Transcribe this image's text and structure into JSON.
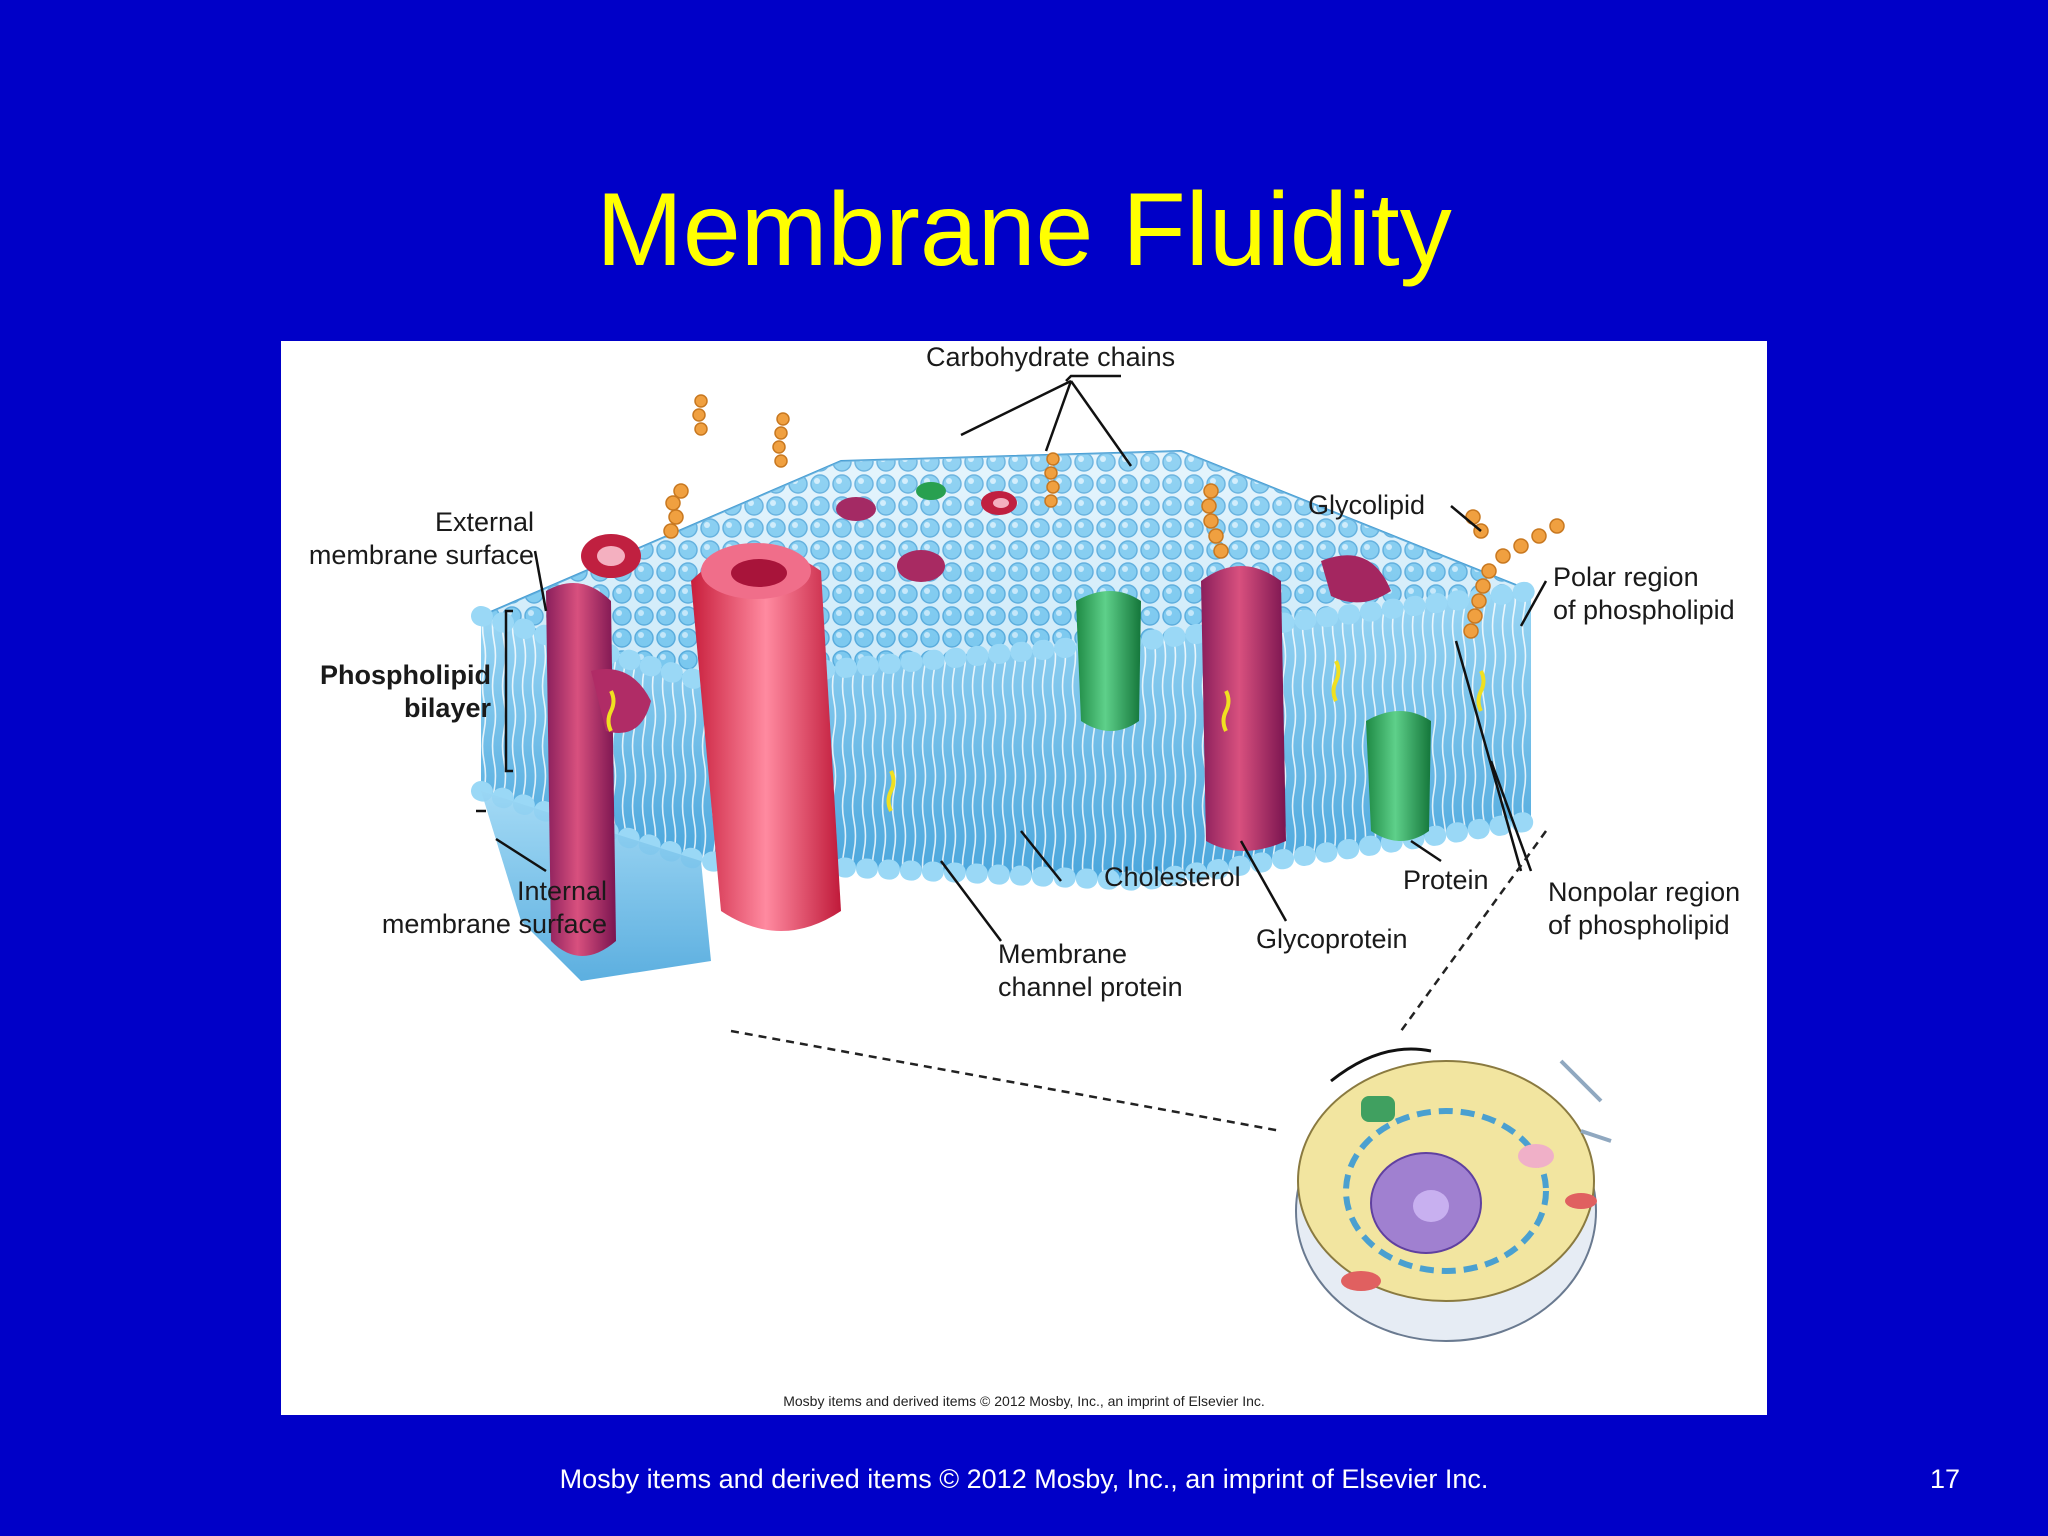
{
  "slide": {
    "title": "Membrane Fluidity",
    "footer": "Mosby items and derived items © 2012 Mosby, Inc., an imprint of Elsevier Inc.",
    "page_number": "17"
  },
  "figure": {
    "credit": "Mosby items and derived items © 2012 Mosby, Inc., an imprint of Elsevier Inc.",
    "labels": {
      "carbohydrate_chains": "Carbohydrate chains",
      "external_surface_1": "External",
      "external_surface_2": "membrane surface",
      "phospholipid_bilayer_1": "Phospholipid",
      "phospholipid_bilayer_2": "bilayer",
      "internal_surface_1": "Internal",
      "internal_surface_2": "membrane surface",
      "glycolipid": "Glycolipid",
      "polar_region_1": "Polar region",
      "polar_region_2": "of phospholipid",
      "cholesterol": "Cholesterol",
      "protein": "Protein",
      "nonpolar_region_1": "Nonpolar region",
      "nonpolar_region_2": "of phospholipid",
      "glycoprotein": "Glycoprotein",
      "channel_protein_1": "Membrane",
      "channel_protein_2": "channel protein"
    }
  },
  "colors": {
    "background": "#0000c8",
    "title": "#ffff00",
    "membrane": "#7cc8ee",
    "protein_magenta": "#c0306a",
    "protein_green": "#28a050",
    "carbohydrate": "#f0a040"
  }
}
